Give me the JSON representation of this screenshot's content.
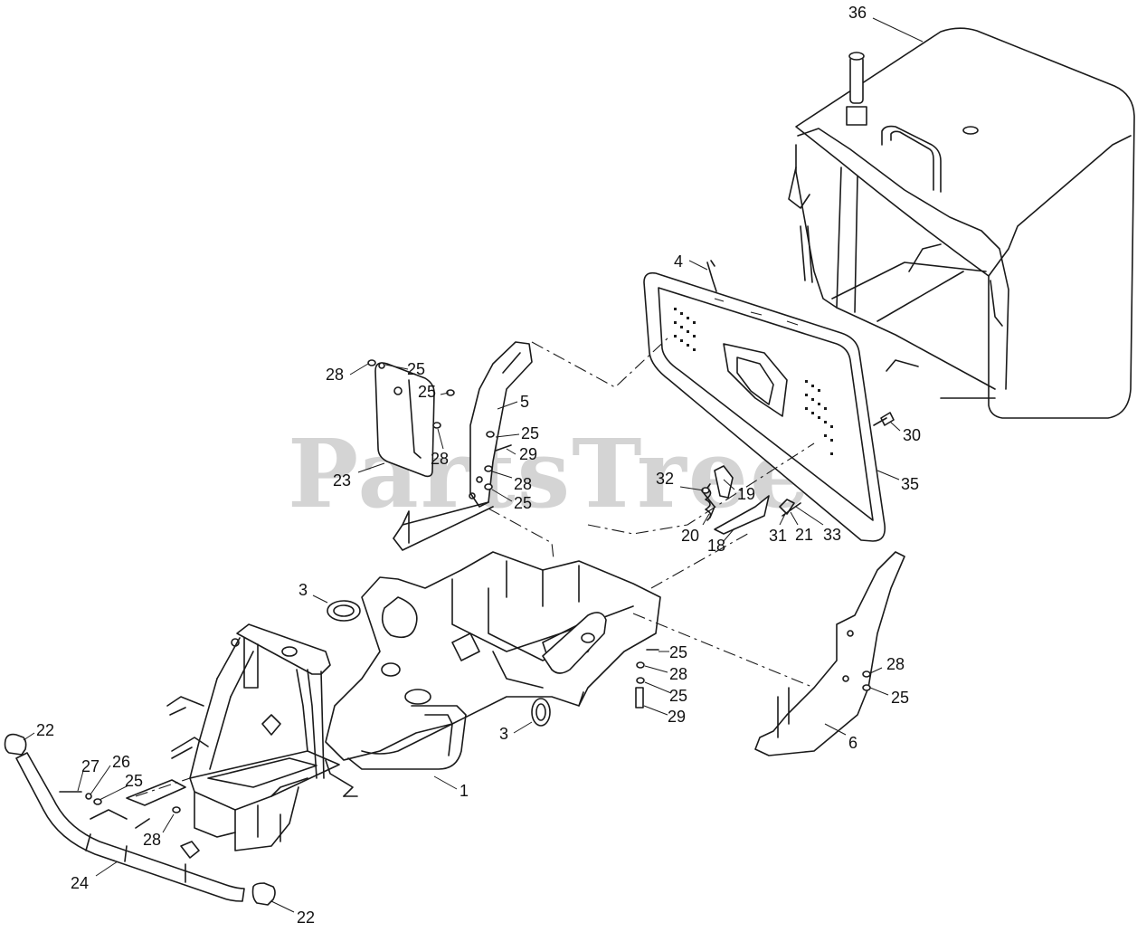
{
  "watermark": {
    "text": "PartsTree",
    "color": "#d4d4d4"
  },
  "callouts": [
    {
      "id": "c36",
      "label": "36"
    },
    {
      "id": "c4",
      "label": "4"
    },
    {
      "id": "c25a",
      "label": "25"
    },
    {
      "id": "c28a",
      "label": "28"
    },
    {
      "id": "c25b",
      "label": "25"
    },
    {
      "id": "c5",
      "label": "5"
    },
    {
      "id": "c25c",
      "label": "25"
    },
    {
      "id": "c28b",
      "label": "28"
    },
    {
      "id": "c29a",
      "label": "29"
    },
    {
      "id": "c23",
      "label": "23"
    },
    {
      "id": "c28c",
      "label": "28"
    },
    {
      "id": "c25d",
      "label": "25"
    },
    {
      "id": "c30",
      "label": "30"
    },
    {
      "id": "c35",
      "label": "35"
    },
    {
      "id": "c32",
      "label": "32"
    },
    {
      "id": "c19",
      "label": "19"
    },
    {
      "id": "c20",
      "label": "20"
    },
    {
      "id": "c18",
      "label": "18"
    },
    {
      "id": "c31",
      "label": "31"
    },
    {
      "id": "c21",
      "label": "21"
    },
    {
      "id": "c33",
      "label": "33"
    },
    {
      "id": "c3a",
      "label": "3"
    },
    {
      "id": "c25e",
      "label": "25"
    },
    {
      "id": "c28d",
      "label": "28"
    },
    {
      "id": "c28e",
      "label": "28"
    },
    {
      "id": "c25f",
      "label": "25"
    },
    {
      "id": "c25g",
      "label": "25"
    },
    {
      "id": "c29b",
      "label": "29"
    },
    {
      "id": "c3b",
      "label": "3"
    },
    {
      "id": "c6",
      "label": "6"
    },
    {
      "id": "c22a",
      "label": "22"
    },
    {
      "id": "c27",
      "label": "27"
    },
    {
      "id": "c26",
      "label": "26"
    },
    {
      "id": "c25h",
      "label": "25"
    },
    {
      "id": "c1",
      "label": "1"
    },
    {
      "id": "c28f",
      "label": "28"
    },
    {
      "id": "c24",
      "label": "24"
    },
    {
      "id": "c22b",
      "label": "22"
    }
  ]
}
